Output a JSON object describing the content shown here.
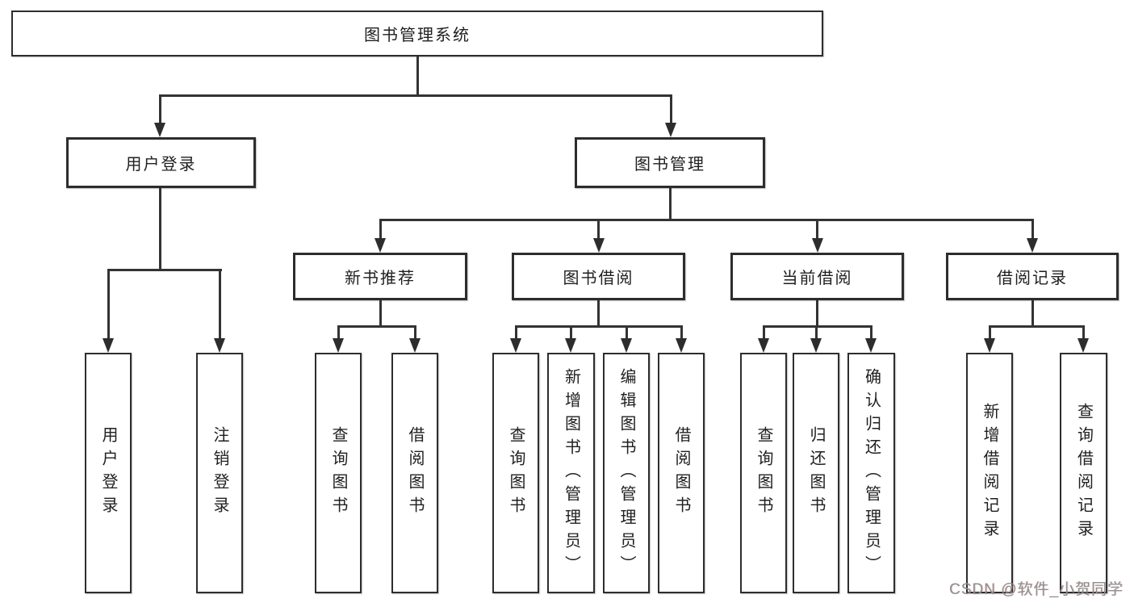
{
  "title": "图书管理系统",
  "tree": {
    "root": {
      "label": "图书管理系统"
    },
    "branches": [
      {
        "label": "用户登录",
        "children": [
          {
            "label": "用户登录"
          },
          {
            "label": "注销登录"
          }
        ]
      },
      {
        "label": "图书管理",
        "children": [
          {
            "label": "新书推荐",
            "children": [
              {
                "label": "查询图书"
              },
              {
                "label": "借阅图书"
              }
            ]
          },
          {
            "label": "图书借阅",
            "children": [
              {
                "label": "查询图书"
              },
              {
                "label": "新增图书（管理员）"
              },
              {
                "label": "编辑图书（管理员）"
              },
              {
                "label": "借阅图书"
              }
            ]
          },
          {
            "label": "当前借阅",
            "children": [
              {
                "label": "查询图书"
              },
              {
                "label": "归还图书"
              },
              {
                "label": "确认归还（管理员）"
              }
            ]
          },
          {
            "label": "借阅记录",
            "children": [
              {
                "label": "新增借阅记录"
              },
              {
                "label": "查询借阅记录"
              }
            ]
          }
        ]
      }
    ]
  },
  "watermark": {
    "text": "CSDN @软件_小贺同学"
  },
  "colors": {
    "line": "#333333",
    "box_border": "#2d2d2d",
    "box_background": "#ffffff",
    "text": "#1f1f1f",
    "watermark": "#8f8f8f",
    "background": "#ffffff"
  }
}
